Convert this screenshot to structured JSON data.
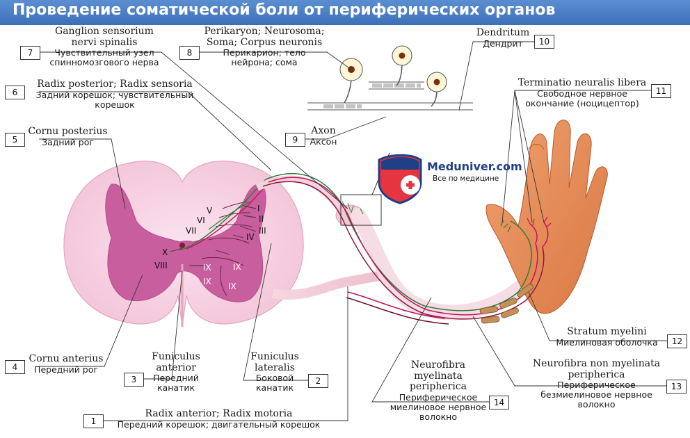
{
  "title": "Проведение соматической боли от периферических органов",
  "logo": {
    "name": "Meduniver.com",
    "tagline": "Все по медицине"
  },
  "labels": [
    {
      "num": "1",
      "lat": "Radix anterior; Radix motoria",
      "ru": "Передний корешок; двигательный корешок"
    },
    {
      "num": "2",
      "lat": "Funiculus lateralis",
      "ru": "Боковой канатик"
    },
    {
      "num": "3",
      "lat": "Funiculus anterior",
      "ru": "Передний канатик"
    },
    {
      "num": "4",
      "lat": "Cornu anterius",
      "ru": "Передний рог"
    },
    {
      "num": "5",
      "lat": "Cornu posterius",
      "ru": "Задний рог"
    },
    {
      "num": "6",
      "lat": "Radix posterior; Radix sensoria",
      "ru": "Задний корешок; чувствительный корешок"
    },
    {
      "num": "7",
      "lat": "Ganglion sensorium nervi spinalis",
      "ru": "Чувствительный узел спинномозгового нерва"
    },
    {
      "num": "8",
      "lat": "Perikaryon; Neurosoma; Soma; Corpus neuronis",
      "ru": "Перикарион; тело нейрона; сома"
    },
    {
      "num": "9",
      "lat": "Axon",
      "ru": "Аксон"
    },
    {
      "num": "10",
      "lat": "Dendritum",
      "ru": "Дендрит"
    },
    {
      "num": "11",
      "lat": "Terminatio neuralis libera",
      "ru": "Свободное нервное окончание (ноцицептор)"
    },
    {
      "num": "12",
      "lat": "Stratum myelini",
      "ru": "Миелиновая оболочка"
    },
    {
      "num": "13",
      "lat": "Neurofibra non myelinata peripherica",
      "ru": "Периферическое безмиелиновое нервное волокно"
    },
    {
      "num": "14",
      "lat": "Neurofibra myelinata peripherica",
      "ru": "Периферическое миелиновое нервное волокно"
    }
  ],
  "laminae": [
    "I",
    "II",
    "III",
    "IV",
    "V",
    "VI",
    "VII",
    "VIII",
    "IX",
    "IX",
    "IX",
    "IX",
    "X"
  ]
}
